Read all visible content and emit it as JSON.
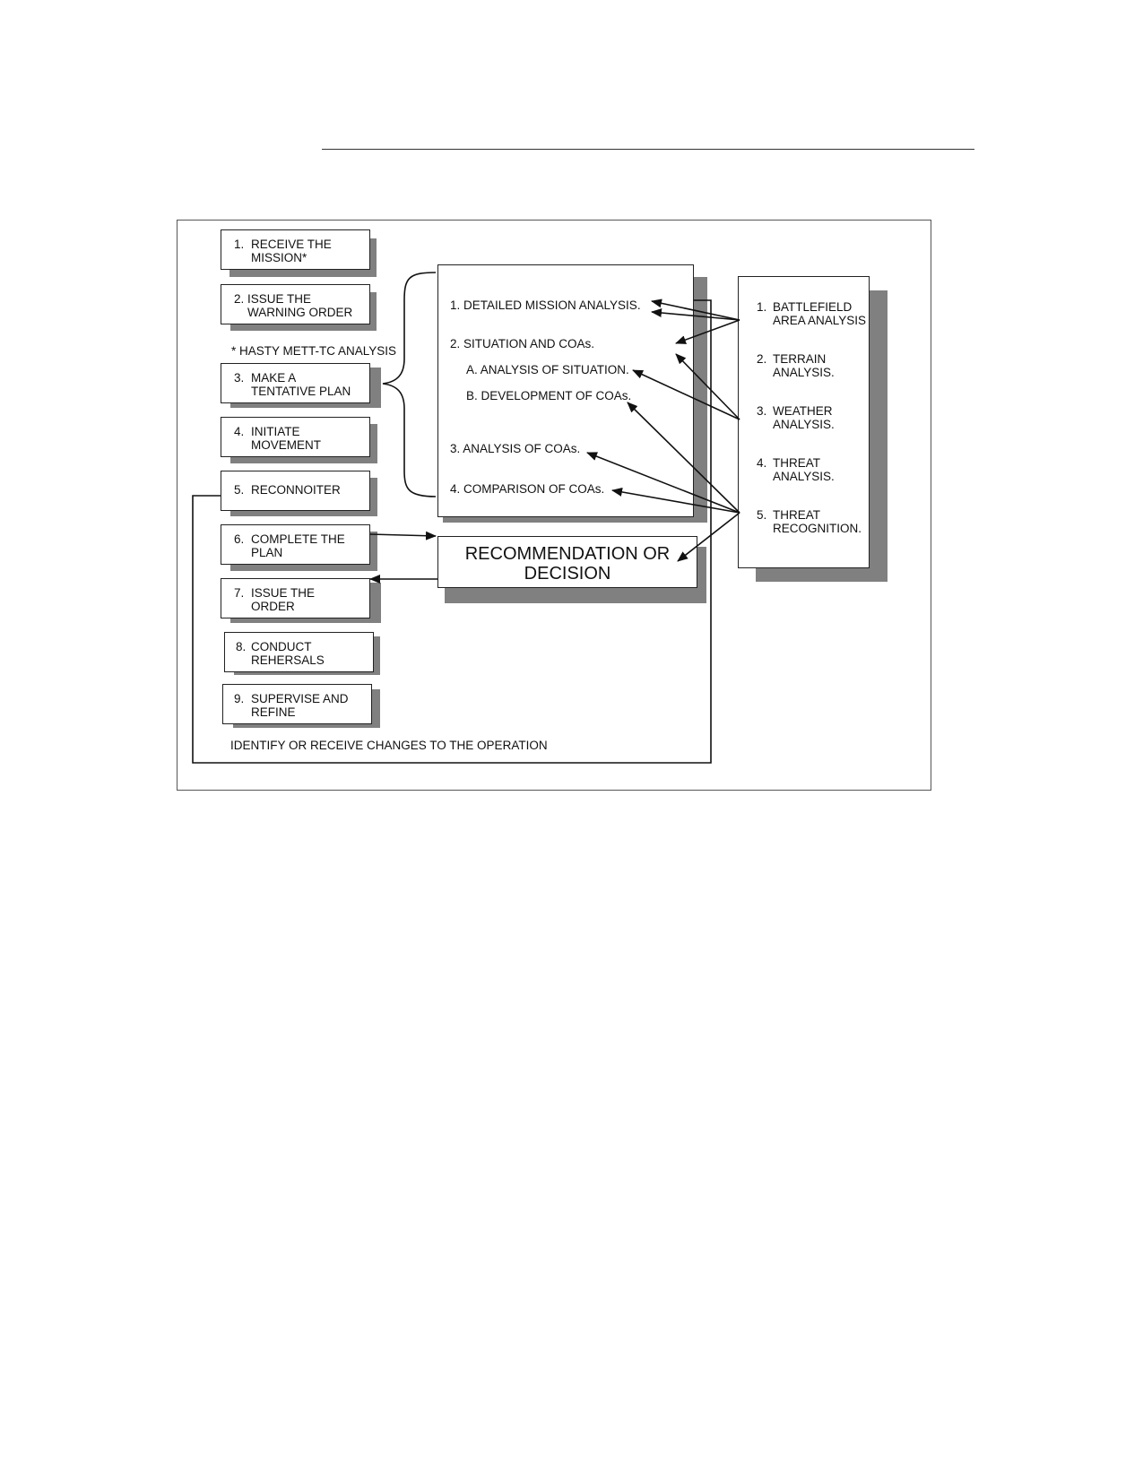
{
  "left_steps": [
    {
      "num": "1.",
      "text": "RECEIVE THE\nMISSION*"
    },
    {
      "num": "2.",
      "text": "ISSUE THE\nWARNING ORDER"
    },
    {
      "num": "3.",
      "text": "MAKE A\nTENTATIVE PLAN"
    },
    {
      "num": "4.",
      "text": "INITIATE\nMOVEMENT"
    },
    {
      "num": "5.",
      "text": "RECONNOITER"
    },
    {
      "num": "6.",
      "text": "COMPLETE THE\nPLAN"
    },
    {
      "num": "7.",
      "text": "ISSUE THE\nORDER"
    },
    {
      "num": "8.",
      "text": "CONDUCT\nREHERSALS"
    },
    {
      "num": "9.",
      "text": "SUPERVISE AND\nREFINE"
    }
  ],
  "note": "* HASTY METT-TC ANALYSIS",
  "feedback_label": "IDENTIFY OR RECEIVE CHANGES TO THE OPERATION",
  "center_items": [
    "1.  DETAILED MISSION ANALYSIS.",
    "2.  SITUATION  AND COAs.",
    "A.  ANALYSIS OF SITUATION.",
    "B.  DEVELOPMENT OF COAs.",
    "3.  ANALYSIS OF COAs.",
    "4.  COMPARISON OF COAs."
  ],
  "recommendation": "RECOMMENDATION OR\nDECISION",
  "right_items": [
    {
      "num": "1.",
      "text": "BATTLEFIELD\nAREA ANALYSIS"
    },
    {
      "num": "2.",
      "text": "TERRAIN\nANALYSIS."
    },
    {
      "num": "3.",
      "text": "WEATHER\nANALYSIS."
    },
    {
      "num": "4.",
      "text": "THREAT\nANALYSIS."
    },
    {
      "num": "5.",
      "text": "THREAT\nRECOGNITION."
    }
  ]
}
